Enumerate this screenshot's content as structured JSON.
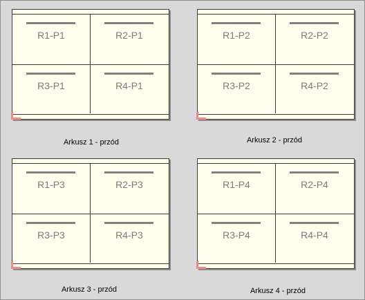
{
  "sheets": [
    {
      "caption": "Arkusz 1 - przód",
      "cells": [
        "R1-P1",
        "R2-P1",
        "R3-P1",
        "R4-P1"
      ]
    },
    {
      "caption": "Arkusz 2 - przód",
      "cells": [
        "R1-P2",
        "R2-P2",
        "R3-P2",
        "R4-P2"
      ]
    },
    {
      "caption": "Arkusz 3 - przód",
      "cells": [
        "R1-P3",
        "R2-P3",
        "R3-P3",
        "R4-P3"
      ]
    },
    {
      "caption": "Arkusz 4 - przód",
      "cells": [
        "R1-P4",
        "R2-P4",
        "R3-P4",
        "R4-P4"
      ]
    }
  ],
  "colors": {
    "background": "#d9d9d9",
    "paper": "#ffffee",
    "label": "#7b7b7b",
    "marker": "#ee8a8a"
  }
}
